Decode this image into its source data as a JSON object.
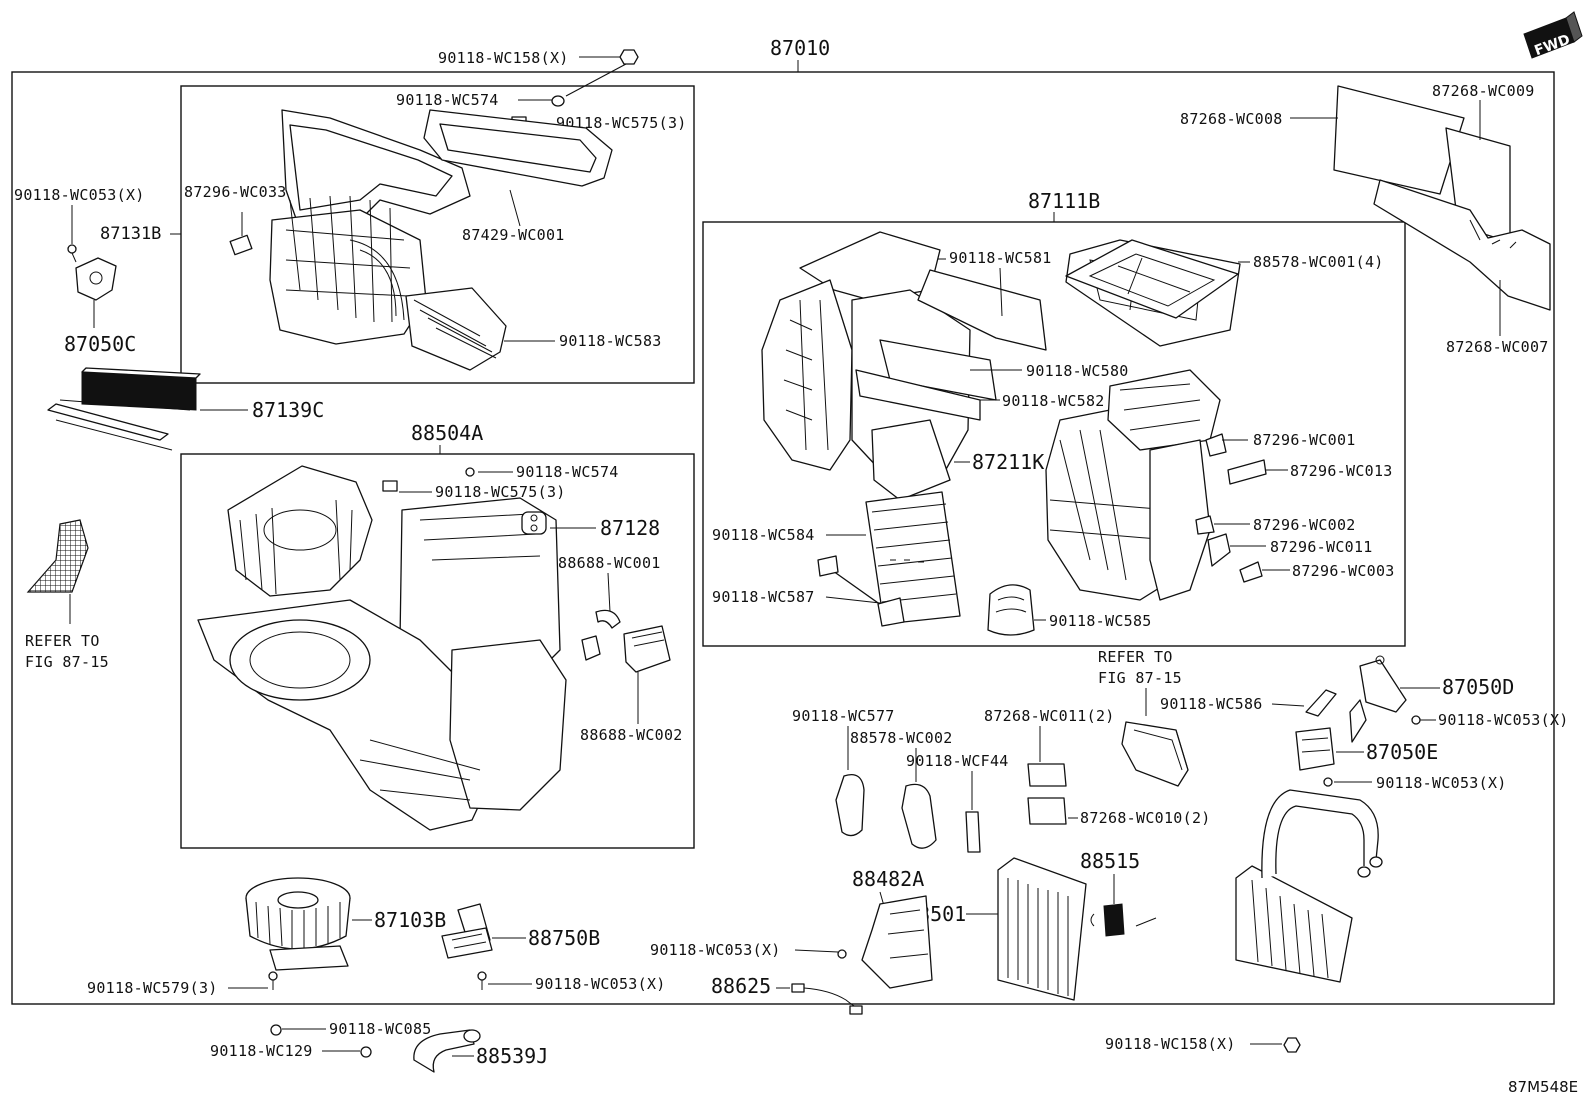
{
  "assembly": "87010",
  "corner_code": "87M548E",
  "fwd_badge": "FWD",
  "labels": {
    "top_bolt": "90118-WC158(X)",
    "box1_nut": "90118-WC574",
    "box1_screw": "90118-WC575(3)",
    "box1_part_a": "87296-WC033",
    "box1_seal": "87429-WC001",
    "box1_filter_cover": "90118-WC583",
    "screw_left": "90118-WC053(X)",
    "case_upper": "87131B",
    "servo_left": "87050C",
    "filter": "87139C",
    "blower_case": "88504A",
    "box2_nut": "90118-WC574",
    "box2_screw": "90118-WC575(3)",
    "box2_bracket": "87128",
    "box2_part_a": "88688-WC001",
    "box2_part_b": "88688-WC002",
    "refer_left_1": "REFER TO",
    "refer_left_2": "FIG 87-15",
    "unit_case": "87111B",
    "box3_a": "90118-WC581",
    "box3_b": "88578-WC001(4)",
    "box3_c": "90118-WC580",
    "box3_d": "90118-WC582",
    "box3_case": "87211K",
    "box3_e": "87296-WC001",
    "box3_f": "87296-WC013",
    "box3_g": "87296-WC002",
    "box3_h": "87296-WC011",
    "box3_i": "87296-WC003",
    "box3_j": "90118-WC584",
    "box3_k": "90118-WC587",
    "box3_l": "90118-WC585",
    "duct_a": "87268-WC008",
    "duct_b": "87268-WC009",
    "duct_c": "87268-WC007",
    "refer_mid_1": "REFER TO",
    "refer_mid_2": "FIG 87-15",
    "servo_d": "87050D",
    "clip": "90118-WC586",
    "screw_d": "90118-WC053(X)",
    "servo_e": "87050E",
    "screw_e": "90118-WC053(X)",
    "seal_a": "90118-WC577",
    "seal_b": "88578-WC002",
    "seal_c": "90118-WCF44",
    "pad_a": "87268-WC011(2)",
    "pad_b": "87268-WC010(2)",
    "valve": "88515",
    "insul": "88482A",
    "evap": "88501",
    "screw_evap": "90118-WC053(X)",
    "sensor": "88625",
    "motor": "87103B",
    "motor_screw": "90118-WC579(3)",
    "resistor": "88750B",
    "resistor_screw": "90118-WC053(X)",
    "bottom_a": "90118-WC085",
    "bottom_b": "90118-WC129",
    "bottom_hose": "88539J",
    "bottom_right_nut": "90118-WC158(X)"
  }
}
